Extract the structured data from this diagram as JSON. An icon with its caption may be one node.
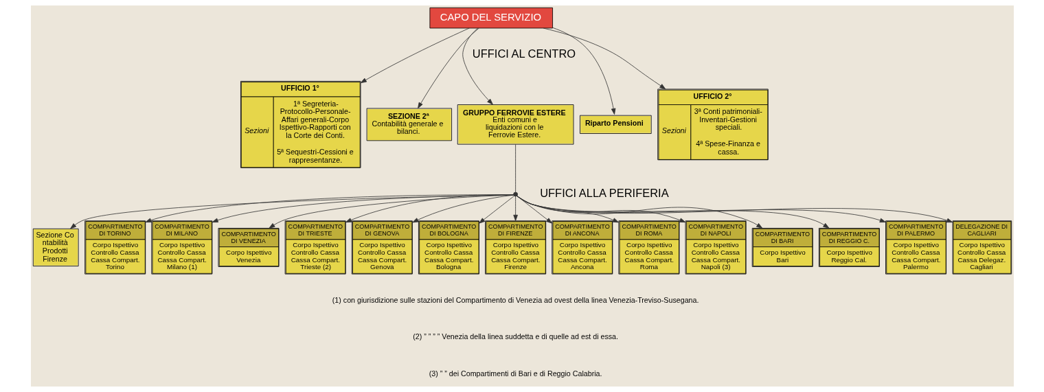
{
  "diagram": {
    "nodes": [
      {
        "text": [
          "CAPO DEL SERVIZIO"
        ]
      },
      {
        "text": [
          "UFFICIO 1°",
          "Sezioni",
          "1ª Segreteria-Protocollo-Personale-Affari generali-Corpo Ispettivo-Rapporti con la Corte dei Conti.",
          "5ª Sequestri-Cessioni e rappresentanze."
        ]
      },
      {
        "text": [
          "SEZIONE 2ª",
          "Contabilità generale e bilanci."
        ]
      },
      {
        "text": [
          "GRUPPO FERROVIE ESTERE",
          "Enti comuni e liquidazioni con le Ferrovie Estere."
        ]
      },
      {
        "text": [
          "Riparto Pensioni"
        ]
      },
      {
        "text": [
          "UFFICIO 2°",
          "Sezioni",
          "3ª Conti patrimoniali-Inventari-Gestioni speciali.",
          "4ª Spese-Finanza e cassa."
        ]
      },
      {
        "text": [],
        "shape": "brace"
      },
      {
        "text": [
          "Sezione Contabilità Prodotti Firenze"
        ]
      },
      {
        "text": [
          "COMPARTIMENTO DI TORINO",
          "Corpo Ispettivo Controllo Cassa Cassa Compart. Torino"
        ]
      },
      {
        "text": [
          "COMPARTIMENTO DI MILANO",
          "Corpo Ispettivo Controllo Cassa Cassa Compart. Milano (1)"
        ]
      },
      {
        "text": [
          "COMPARTIMENTO DI VENEZIA",
          "Corpo Ispettivo Venezia"
        ]
      },
      {
        "text": [
          "COMPARTIMENTO DI TRIESTE",
          "Corpo Ispettivo Controllo Cassa Cassa Compart. Trieste (2)"
        ]
      },
      {
        "text": [
          "COMPARTIMENTO DI GENOVA",
          "Corpo Ispettivo Controllo Cassa Cassa Compart. Genova"
        ]
      },
      {
        "text": [
          "COMPARTIMENTO DI BOLOGNA",
          "Corpo Ispettivo Controllo Cassa Cassa Compart. Bologna"
        ]
      },
      {
        "text": [
          "COMPARTIMENTO DI FIRENZE",
          "Corpo Ispettivo Controllo Cassa Cassa Compart. Firenze"
        ]
      },
      {
        "text": [
          "COMPARTIMENTO DI ANCONA",
          "Corpo Ispettivo Controllo Cassa Cassa Compart. Ancona"
        ]
      },
      {
        "text": [
          "COMPARTIMENTO DI ROMA",
          "Corpo Ispettivo Controllo Cassa Cassa Compart. Roma"
        ]
      },
      {
        "text": [
          "COMPARTIMENTO DI NAPOLI",
          "Corpo Ispettivo Controllo Cassa Cassa Compart. Napoli (3)"
        ]
      },
      {
        "text": [
          "COMPARTIMENTO DI BARI",
          "Corpo Ispettivo Bari"
        ]
      },
      {
        "text": [
          "COMPARTIMENTO DI REGGIO C.",
          "Corpo Ispettivo Reggio Cal."
        ]
      },
      {
        "text": [
          "COMPARTIMENTO DI PALERMO",
          "Corpo Ispettivo Controllo Cassa Cassa Compart. Palermo"
        ]
      },
      {
        "text": [
          "DELEGAZIONE DI CAGLIARI",
          "Corpo Ispettivo Controllo Cassa Cassa Delegaz. Cagliari"
        ]
      }
    ],
    "edges": [
      {
        "from": 0,
        "to": 1,
        "arrow": "to"
      },
      {
        "from": 0,
        "to": 2,
        "arrow": "to"
      },
      {
        "from": 0,
        "to": 3,
        "arrow": "to"
      },
      {
        "from": 0,
        "to": 4,
        "arrow": "to"
      },
      {
        "from": 0,
        "to": 5,
        "arrow": "to"
      },
      {
        "from": 3,
        "to": 6,
        "arrow": "none"
      },
      {
        "from": 6,
        "to": 7,
        "arrow": "to"
      },
      {
        "from": 6,
        "to": 8,
        "arrow": "to"
      },
      {
        "from": 6,
        "to": 9,
        "arrow": "to"
      },
      {
        "from": 6,
        "to": 10,
        "arrow": "to"
      },
      {
        "from": 6,
        "to": 11,
        "arrow": "to"
      },
      {
        "from": 6,
        "to": 12,
        "arrow": "to"
      },
      {
        "from": 6,
        "to": 13,
        "arrow": "to"
      },
      {
        "from": 6,
        "to": 14,
        "arrow": "to"
      },
      {
        "from": 6,
        "to": 15,
        "arrow": "to"
      },
      {
        "from": 6,
        "to": 16,
        "arrow": "to"
      },
      {
        "from": 6,
        "to": 17,
        "arrow": "to"
      },
      {
        "from": 6,
        "to": 18,
        "arrow": "to"
      },
      {
        "from": 6,
        "to": 19,
        "arrow": "to"
      },
      {
        "from": 6,
        "to": 20,
        "arrow": "to"
      },
      {
        "from": 6,
        "to": 21,
        "arrow": "to"
      }
    ],
    "labels": [
      "UFFICI AL CENTRO",
      "UFFICI ALLA PERIFERIA",
      "(1) con giurisdizione sulle stazioni del Compartimento di Venezia ad ovest della linea Venezia-Treviso-Susegana.",
      "(2) ” ” ” ” Venezia della linea suddetta e di quelle ad est di essa.",
      "(3) ” ” dei Compartimenti di Bari e di Reggio Calabria."
    ]
  }
}
